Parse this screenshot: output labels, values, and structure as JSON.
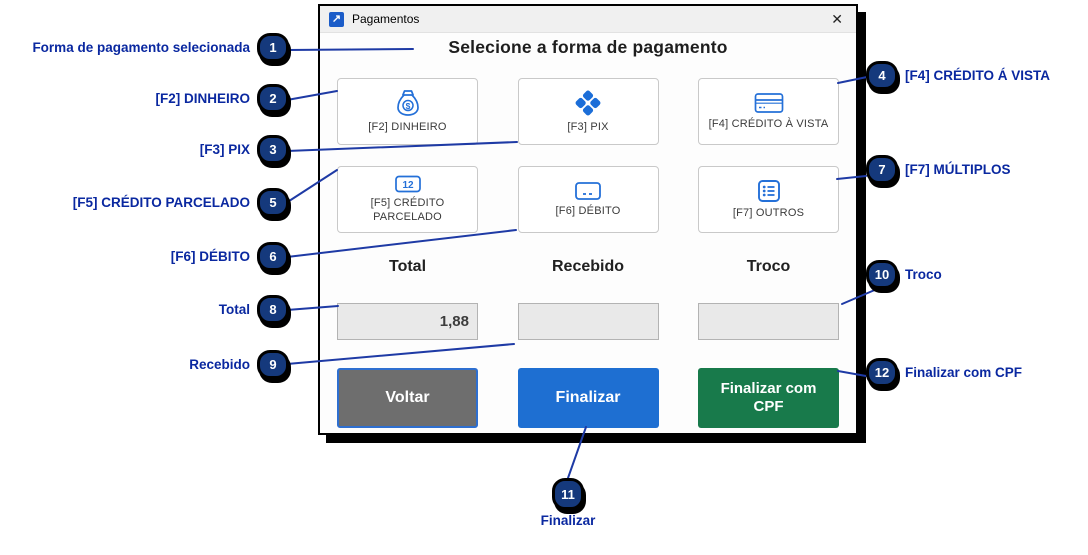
{
  "window": {
    "title": "Pagamentos",
    "app_icon_glyph": "↗",
    "close_glyph": "✕",
    "heading": "Selecione a forma de pagamento",
    "payment_buttons": [
      {
        "label": "[F2] DINHEIRO",
        "icon": "money-bag-icon"
      },
      {
        "label": "[F3] PIX",
        "icon": "pix-icon"
      },
      {
        "label": "[F4] CRÉDITO À VISTA",
        "icon": "credit-card-icon"
      },
      {
        "label": "[F5] CRÉDITO PARCELADO",
        "icon": "installments-12-icon"
      },
      {
        "label": "[F6] DÉBITO",
        "icon": "debit-card-icon"
      },
      {
        "label": "[F7] OUTROS",
        "icon": "list-icon"
      }
    ],
    "totals": {
      "columns": [
        {
          "label": "Total",
          "value": "1,88"
        },
        {
          "label": "Recebido",
          "value": ""
        },
        {
          "label": "Troco",
          "value": ""
        }
      ]
    },
    "actions": [
      {
        "label": "Voltar"
      },
      {
        "label": "Finalizar"
      },
      {
        "label": "Finalizar com CPF"
      }
    ]
  },
  "annotations": [
    {
      "number": "1",
      "label": "Forma de pagamento selecionada",
      "side": "left"
    },
    {
      "number": "2",
      "label": "[F2] DINHEIRO",
      "side": "left"
    },
    {
      "number": "3",
      "label": "[F3] PIX",
      "side": "left"
    },
    {
      "number": "4",
      "label": "[F4] CRÉDITO Á VISTA",
      "side": "right"
    },
    {
      "number": "5",
      "label": "[F5] CRÉDITO PARCELADO",
      "side": "left"
    },
    {
      "number": "6",
      "label": "[F6] DÉBITO",
      "side": "left"
    },
    {
      "number": "7",
      "label": "[F7] MÚLTIPLOS",
      "side": "right"
    },
    {
      "number": "8",
      "label": "Total",
      "side": "left"
    },
    {
      "number": "9",
      "label": "Recebido",
      "side": "left"
    },
    {
      "number": "10",
      "label": "Troco",
      "side": "right"
    },
    {
      "number": "11",
      "label": "Finalizar",
      "side": "bottom"
    },
    {
      "number": "12",
      "label": "Finalizar com CPF",
      "side": "right"
    }
  ],
  "colors": {
    "icon_blue": "#2470d8",
    "pix_blue": "#1c6ed8",
    "finalizar_blue": "#1e6fd2",
    "voltar_gray": "#6e6e6e",
    "cpf_green": "#187a4b",
    "annotation_text_navy": "#0a28a0",
    "badge_navy": "#15397c",
    "field_gray": "#e9e9e9"
  }
}
